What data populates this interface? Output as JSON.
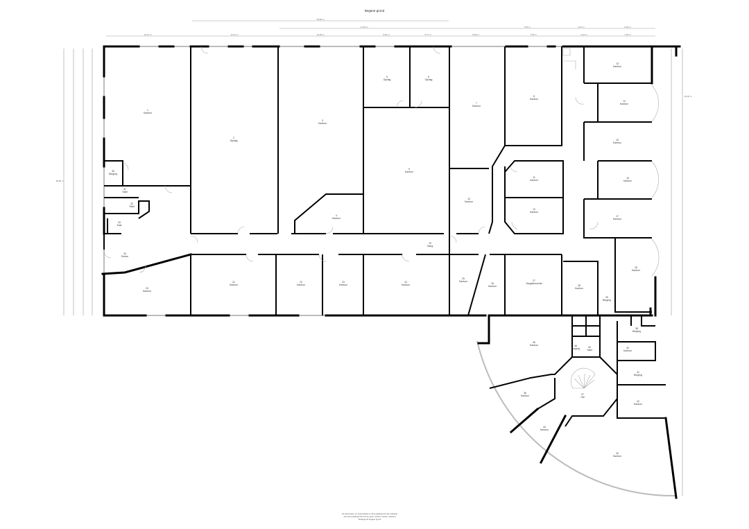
{
  "plan": {
    "title": "Begane grond",
    "footer": [
      "De afmetingen en oppervlaktes in deze plattegrond zijn indicatief",
      "Aan deze plattegrond kunnen geen rechten worden ontleend",
      "Plattegrond begane grond"
    ],
    "dimensions": {
      "top_overall": "36,60 m",
      "top_mid": "17,42 m",
      "top_right": [
        "7,60 m",
        "2,10 m",
        "6,60 m"
      ],
      "top_segments": [
        "12,41 m",
        "12,41 m",
        "12,03 m",
        "5,92 m",
        "5,77 m",
        "8,00 m",
        "7,65 m",
        "2,10 m",
        "7,20 m"
      ],
      "left_overall": "38,85 m",
      "right_overall": "39,30 m"
    },
    "rooms": [
      {
        "num": "1",
        "name": "Kantoor"
      },
      {
        "num": "2",
        "name": "Opslag"
      },
      {
        "num": "3",
        "name": "Kantoor"
      },
      {
        "num": "4",
        "name": "Kantoor"
      },
      {
        "num": "5",
        "name": "Opslag"
      },
      {
        "num": "6",
        "name": "Opslag"
      },
      {
        "num": "7",
        "name": "Kantoor"
      },
      {
        "num": "8",
        "name": "Kantoor"
      },
      {
        "num": "9",
        "name": "Kantoor"
      },
      {
        "num": "10",
        "name": "Kantoor"
      },
      {
        "num": "11",
        "name": "Kantoor"
      },
      {
        "num": "12",
        "name": "Kantoor"
      },
      {
        "num": "13",
        "name": "Kantoor"
      },
      {
        "num": "14",
        "name": "Kantoor"
      },
      {
        "num": "15",
        "name": "Kantoor"
      },
      {
        "num": "16",
        "name": "Kantoor"
      },
      {
        "num": "17",
        "name": "Kantoor"
      },
      {
        "num": "18",
        "name": "Kantoor"
      },
      {
        "num": "19",
        "name": "Gang"
      },
      {
        "num": "20",
        "name": "Kantoor"
      },
      {
        "num": "21",
        "name": "Kantoor"
      },
      {
        "num": "22",
        "name": "Kantoor"
      },
      {
        "num": "23",
        "name": "Kantoor"
      },
      {
        "num": "24",
        "name": "Kantoor"
      },
      {
        "num": "25",
        "name": "Kantoor"
      },
      {
        "num": "26",
        "name": "Kantoor"
      },
      {
        "num": "27",
        "name": "Vergaderruimte"
      },
      {
        "num": "28",
        "name": "Kantoor"
      },
      {
        "num": "29",
        "name": "Berging"
      },
      {
        "num": "30",
        "name": "Berging"
      },
      {
        "num": "31",
        "name": "Toilet"
      },
      {
        "num": "32",
        "name": "Toilet"
      },
      {
        "num": "33",
        "name": "Kast"
      },
      {
        "num": "34",
        "name": "Entree"
      },
      {
        "num": "35",
        "name": "Kantoor"
      },
      {
        "num": "36",
        "name": "Kantoor"
      },
      {
        "num": "37",
        "name": "Hal"
      },
      {
        "num": "38",
        "name": "Berging"
      },
      {
        "num": "39",
        "name": "Toilet"
      },
      {
        "num": "40",
        "name": "Kantoor"
      },
      {
        "num": "41",
        "name": "Berging"
      },
      {
        "num": "42",
        "name": "Kantoor"
      },
      {
        "num": "43",
        "name": "Kantoor"
      },
      {
        "num": "44",
        "name": "Kantoor"
      },
      {
        "num": "45",
        "name": "Berging"
      }
    ]
  }
}
